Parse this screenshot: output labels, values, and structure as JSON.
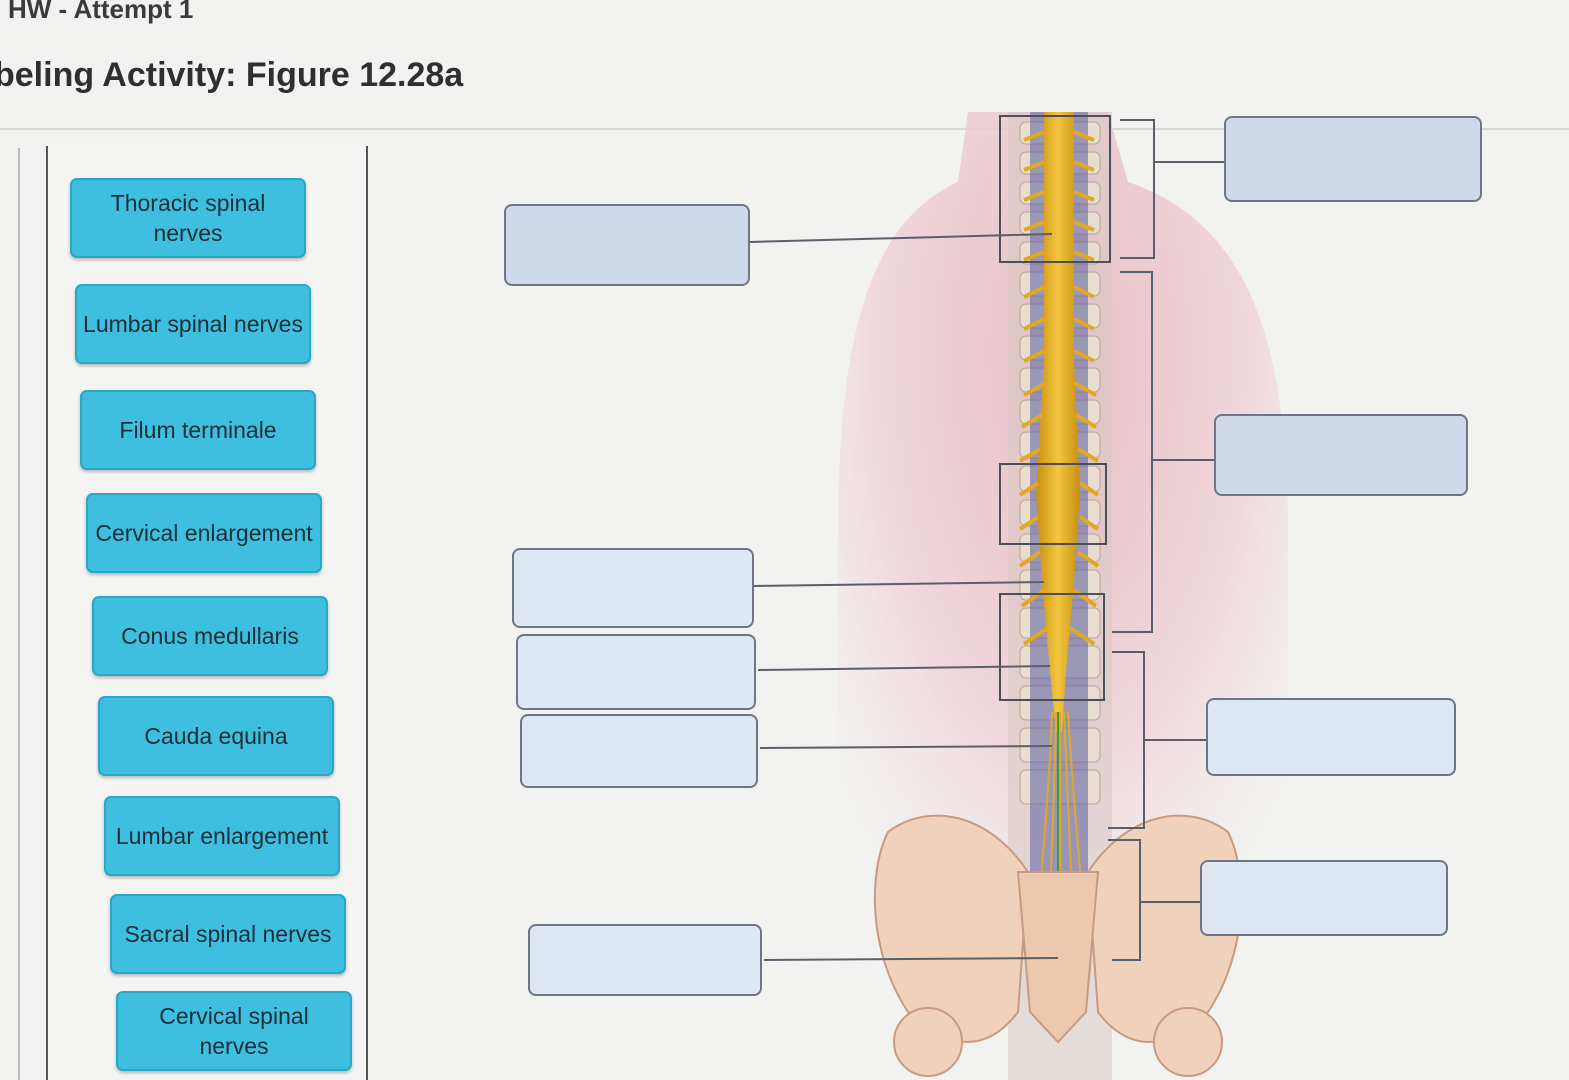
{
  "header": {
    "assignment": "HW - Attempt 1",
    "title": "beling Activity: Figure 12.28a"
  },
  "labels": [
    {
      "id": "thoracic-spinal-nerves",
      "text": "Thoracic spinal nerves"
    },
    {
      "id": "lumbar-spinal-nerves",
      "text": "Lumbar spinal nerves"
    },
    {
      "id": "filum-terminale",
      "text": "Filum terminale"
    },
    {
      "id": "cervical-enlargement",
      "text": "Cervical enlargement"
    },
    {
      "id": "conus-medullaris",
      "text": "Conus medullaris"
    },
    {
      "id": "cauda-equina",
      "text": "Cauda equina"
    },
    {
      "id": "lumbar-enlargement",
      "text": "Lumbar enlargement"
    },
    {
      "id": "sacral-spinal-nerves",
      "text": "Sacral spinal nerves"
    },
    {
      "id": "cervical-spinal-nerves",
      "text": "Cervical spinal nerves"
    }
  ],
  "drop_targets": [
    {
      "id": "target-left-1",
      "value": ""
    },
    {
      "id": "target-left-2",
      "value": ""
    },
    {
      "id": "target-left-3",
      "value": ""
    },
    {
      "id": "target-left-4",
      "value": ""
    },
    {
      "id": "target-left-5",
      "value": ""
    },
    {
      "id": "target-right-1",
      "value": ""
    },
    {
      "id": "target-right-2",
      "value": ""
    },
    {
      "id": "target-right-3",
      "value": ""
    },
    {
      "id": "target-right-4",
      "value": ""
    }
  ],
  "colors": {
    "label_tile": "#3ebfe0",
    "drop_box": "#cfd9ea",
    "spinal_cord": "#e8b830",
    "bone": "#f0d2bc",
    "back_skin": "#e8c0c8"
  },
  "figure": {
    "subject": "spinal cord, posterior view",
    "icon": "spine-illustration"
  }
}
